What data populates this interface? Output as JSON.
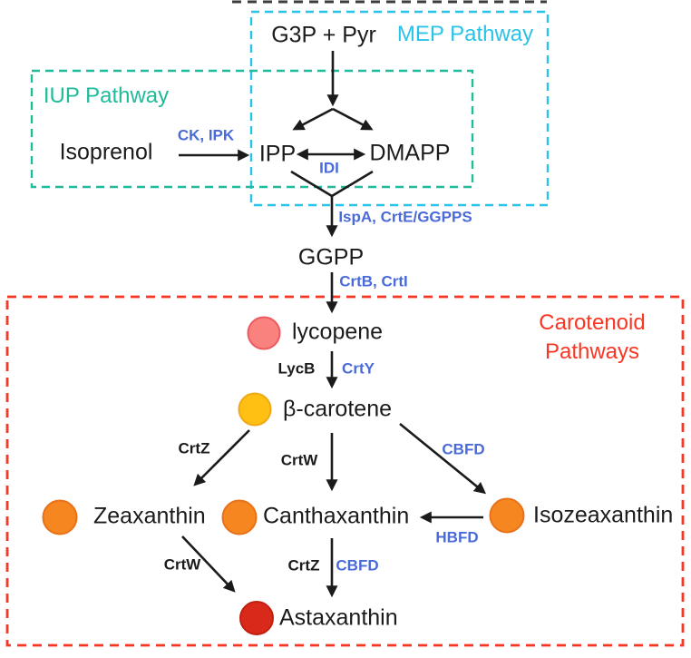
{
  "colors": {
    "mep_cyan": "#29C3E8",
    "iup_teal": "#1FBC9B",
    "carotenoid_red": "#F93623",
    "enzyme_blue": "#4A6AD8",
    "text_black": "#1B1B1B",
    "arrow_black": "#1B1B1B",
    "crop_line_gray": "#3D3D3D"
  },
  "pathway_boxes": {
    "mep": {
      "label": "MEP Pathway"
    },
    "iup": {
      "label": "IUP Pathway"
    },
    "carotenoid": {
      "label_line1": "Carotenoid",
      "label_line2": "Pathways"
    }
  },
  "metabolites": {
    "g3p_pyr": {
      "label": "G3P + Pyr"
    },
    "isoprenol": {
      "label": "Isoprenol"
    },
    "ipp": {
      "label": "IPP"
    },
    "dmapp": {
      "label": "DMAPP"
    },
    "ggpp": {
      "label": "GGPP"
    },
    "lycopene": {
      "label": "lycopene",
      "dot": {
        "fill": "#F9827E",
        "border": "#EF5A60"
      }
    },
    "beta_carotene": {
      "label": "β-carotene",
      "dot": {
        "fill": "#FFC013",
        "border": "#EFA915"
      }
    },
    "zeaxanthin": {
      "label": "Zeaxanthin",
      "dot": {
        "fill": "#F6861F",
        "border": "#E8711A"
      }
    },
    "canthaxanthin": {
      "label": "Canthaxanthin",
      "dot": {
        "fill": "#F6861F",
        "border": "#E8711A"
      }
    },
    "isozeaxanthin": {
      "label": "Isozeaxanthin",
      "dot": {
        "fill": "#F6861F",
        "border": "#E8711A"
      }
    },
    "astaxanthin": {
      "label": "Astaxanthin",
      "dot": {
        "fill": "#D9291A",
        "border": "#C11F10"
      }
    }
  },
  "enzymes": {
    "ck_ipk": {
      "label": "CK, IPK"
    },
    "idi": {
      "label": "IDI"
    },
    "ispa_crte_ggpps": {
      "label": "IspA, CrtE/GGPPS"
    },
    "crtb_crti": {
      "label": "CrtB, CrtI"
    },
    "lycb": {
      "label": "LycB"
    },
    "crty": {
      "label": "CrtY"
    },
    "crtz_to_zeaxanthin": {
      "label": "CrtZ"
    },
    "crtw_to_canthaxanthin": {
      "label": "CrtW"
    },
    "cbfd_to_isozeaxanthin": {
      "label": "CBFD"
    },
    "hbfd": {
      "label": "HBFD"
    },
    "crtw_to_astaxanthin": {
      "label": "CrtW"
    },
    "crtz_to_astaxanthin": {
      "label": "CrtZ"
    },
    "cbfd_to_astaxanthin": {
      "label": "CBFD"
    }
  }
}
